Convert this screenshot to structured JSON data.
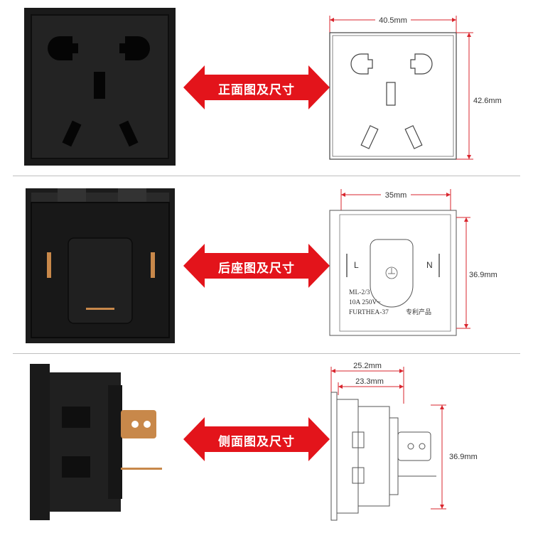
{
  "sections": [
    {
      "label": "正面图及尺寸",
      "dimensions": {
        "width": "40.5mm",
        "height": "42.6mm"
      }
    },
    {
      "label": "后座图及尺寸",
      "dimensions": {
        "width": "35mm",
        "height": "36.9mm"
      },
      "markings": {
        "left": "L",
        "right": "N",
        "model": "ML-2/3",
        "rating": "10A 250V~",
        "brand": "FURTHEA-37",
        "patent": "专利产品"
      }
    },
    {
      "label": "侧面图及尺寸",
      "dimensions": {
        "outer_width": "25.2mm",
        "inner_width": "23.3mm",
        "height": "36.9mm"
      }
    }
  ],
  "colors": {
    "arrow": "#e3141b",
    "dimension_line": "#d9262e",
    "socket_body": "#1c1c1c",
    "contact": "#c8884a"
  }
}
